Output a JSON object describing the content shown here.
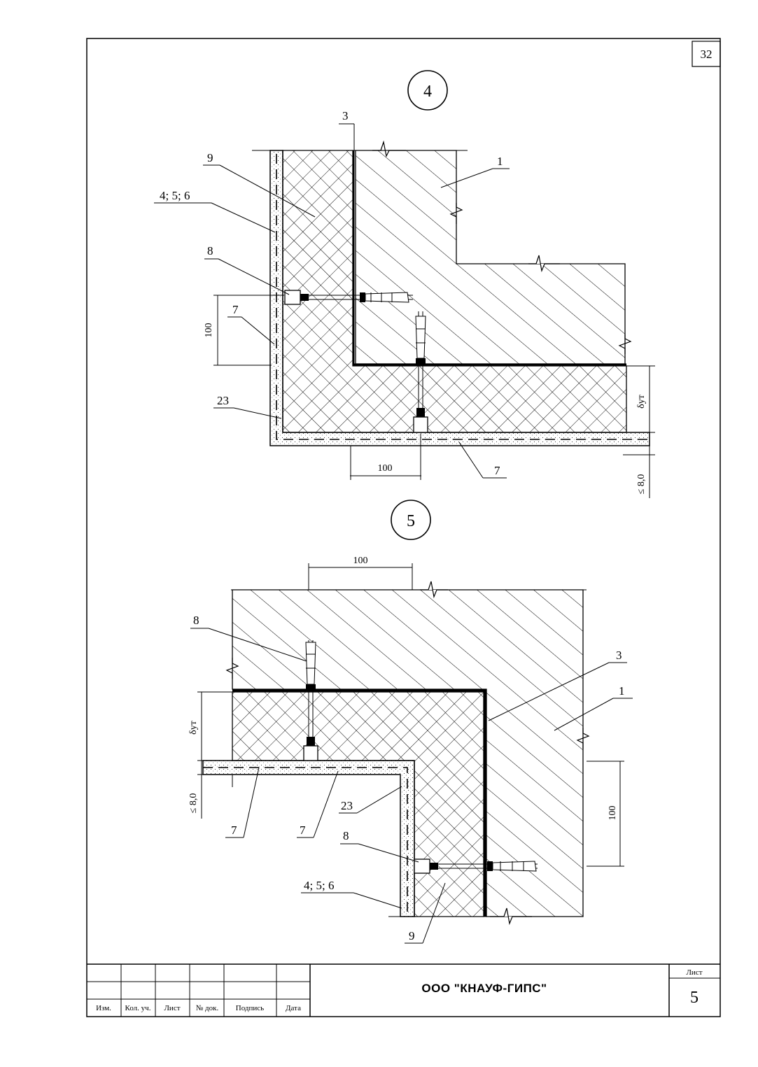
{
  "page_number": "32",
  "detail_4": {
    "number": "4",
    "labels": {
      "l3": "3",
      "l9": "9",
      "l456": "4; 5; 6",
      "l1": "1",
      "l8": "8",
      "l7a": "7",
      "l23": "23",
      "l7b": "7"
    },
    "dims": {
      "v100": "100",
      "h100": "100",
      "delta": "δут",
      "le8": "≤ 8,0"
    }
  },
  "detail_5": {
    "number": "5",
    "labels": {
      "l8a": "8",
      "l3": "3",
      "l1": "1",
      "l7a": "7",
      "l7b": "7",
      "l23": "23",
      "l8b": "8",
      "l456": "4; 5; 6",
      "l9": "9"
    },
    "dims": {
      "h100": "100",
      "delta": "δут",
      "le8": "≤ 8,0",
      "v100": "100"
    }
  },
  "title_block": {
    "headers": [
      "Изм.",
      "Кол. уч.",
      "Лист",
      "№ док.",
      "Подпись",
      "Дата"
    ],
    "company": "ООО \"КНАУФ-ГИПС\"",
    "sheet_label": "Лист",
    "sheet_number": "5"
  }
}
